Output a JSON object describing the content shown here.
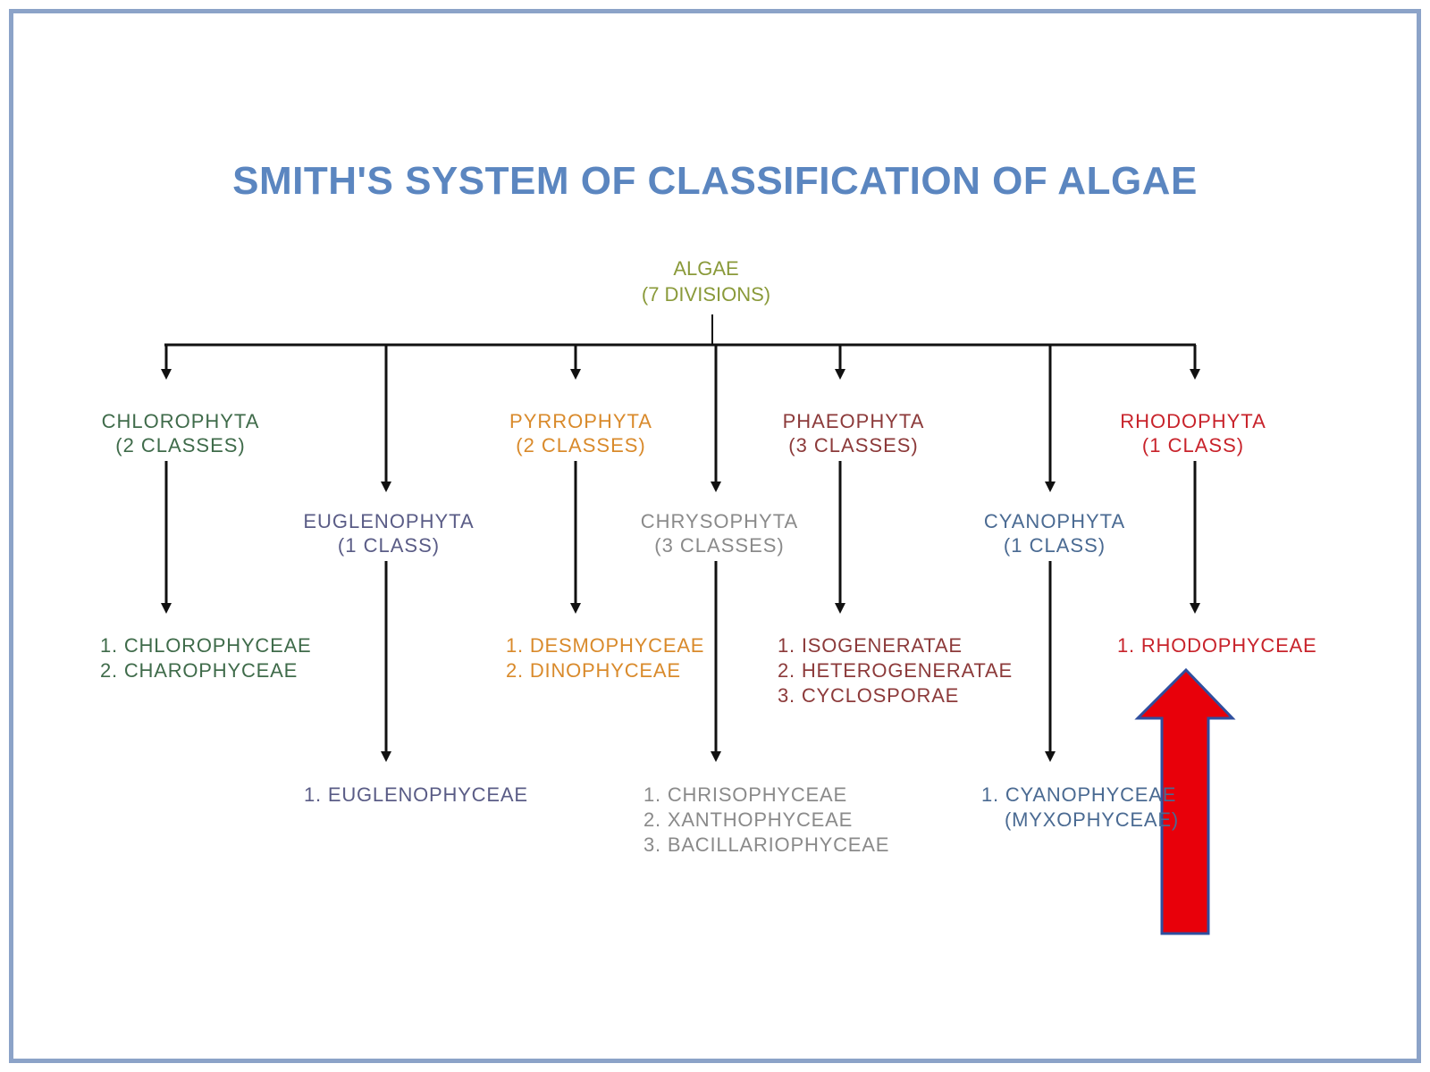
{
  "title": "SMITH'S SYSTEM OF CLASSIFICATION OF ALGAE",
  "root": {
    "name": "ALGAE",
    "sub": "(7 DIVISIONS)"
  },
  "colors": {
    "title": "#5b86c0",
    "root": "#8a9a3a",
    "frame": "#8ca3c8",
    "arrow": "#111111",
    "highlight_fill": "#e8000a",
    "highlight_stroke": "#2f4f9e"
  },
  "divisions": [
    {
      "name": "CHLOROPHYTA",
      "sub": "(2 CLASSES)",
      "color": "#3f6b4a",
      "classes": [
        "1. CHLOROPHYCEAE",
        "2. CHAROPHYCEAE"
      ]
    },
    {
      "name": "EUGLENOPHYTA",
      "sub": "(1 CLASS)",
      "color": "#5a5c86",
      "classes": [
        "1. EUGLENOPHYCEAE"
      ]
    },
    {
      "name": "PYRROPHYTA",
      "sub": "(2 CLASSES)",
      "color": "#d98a2b",
      "classes": [
        "1. DESMOPHYCEAE",
        "2. DINOPHYCEAE"
      ]
    },
    {
      "name": "CHRYSOPHYTA",
      "sub": "(3 CLASSES)",
      "color": "#8a8a8a",
      "classes": [
        "1. CHRISOPHYCEAE",
        "2. XANTHOPHYCEAE",
        "3. BACILLARIOPHYCEAE"
      ]
    },
    {
      "name": "PHAEOPHYTA",
      "sub": "(3 CLASSES)",
      "color": "#8c3a3a",
      "classes": [
        "1. ISOGENERATAE",
        "2. HETEROGENERATAE",
        "3. CYCLOSPORAE"
      ]
    },
    {
      "name": "CYANOPHYTA",
      "sub": "(1 CLASS)",
      "color": "#4a6a92",
      "classes": [
        "1. CYANOPHYCEAE",
        "(MYXOPHYCEAE)"
      ]
    },
    {
      "name": "RHODOPHYTA",
      "sub": "(1 CLASS)",
      "color": "#c8232b",
      "classes": [
        "1. RHODOPHYCEAE"
      ]
    }
  ]
}
